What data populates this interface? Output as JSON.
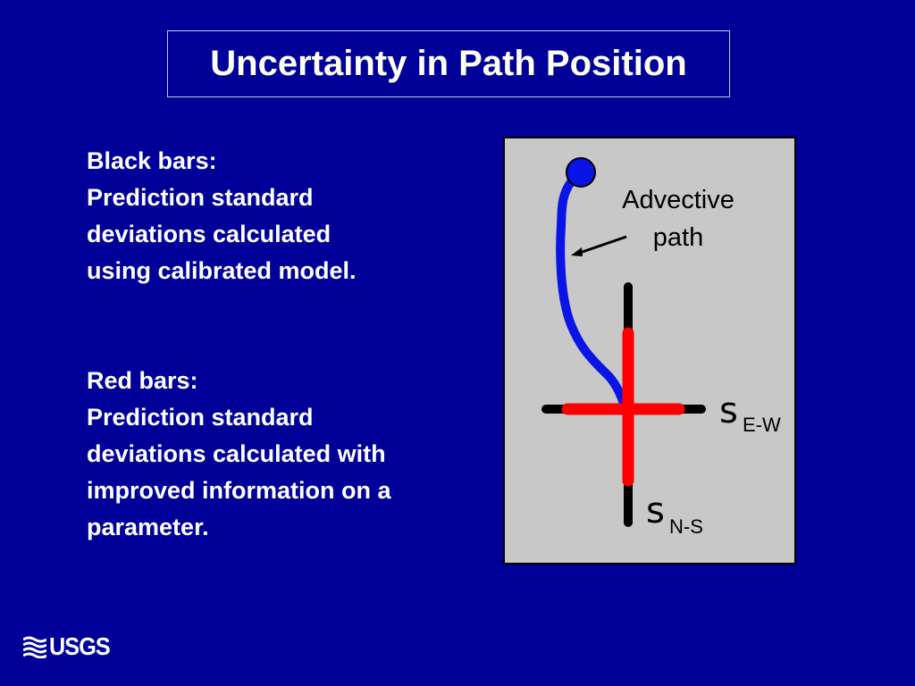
{
  "slide": {
    "title": "Uncertainty in Path Position",
    "black_bars": {
      "heading": "Black bars:",
      "lines": [
        "Prediction standard",
        "deviations calculated",
        "using calibrated model."
      ]
    },
    "red_bars": {
      "heading": "Red bars:",
      "lines": [
        "Prediction standard",
        "deviations calculated with",
        "improved information on a",
        "parameter."
      ]
    }
  },
  "diagram": {
    "advective_label": [
      "Advective",
      "path"
    ],
    "sigma_ew": {
      "symbol": "s",
      "subscript": "E-W"
    },
    "sigma_ns": {
      "symbol": "s",
      "subscript": "N-S"
    },
    "colors": {
      "panel": "#c8c8c8",
      "path": "#0a14e6",
      "black_bar": "#000000",
      "red_bar": "#ff0000"
    }
  },
  "footer": {
    "logo_text": "USGS",
    "logo_icon": "usgs-wave-icon"
  }
}
